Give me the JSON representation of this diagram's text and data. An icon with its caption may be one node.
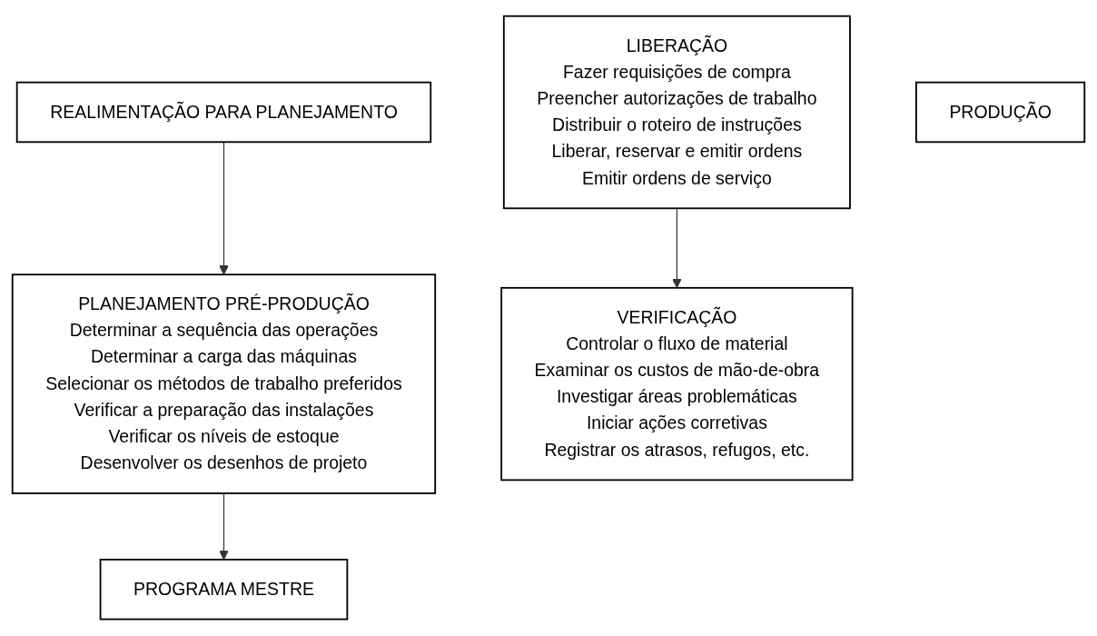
{
  "diagram": {
    "nodes": [
      {
        "text": [
          "PLANEJAMENTO PRÉ-PRODUÇÃO",
          "Determinar a sequência das operações",
          "Determinar a carga das máquinas",
          "Selecionar os métodos de trabalho preferidos",
          "Verificar a preparação das instalações",
          "Verificar os níveis de estoque",
          "Desenvolver os desenhos de projeto"
        ]
      },
      {
        "text": [
          "PROGRAMA MESTRE"
        ]
      },
      {
        "text": [
          "REALIMENTAÇÃO PARA PLANEJAMENTO"
        ]
      },
      {
        "text": [
          "LIBERAÇÃO",
          "Fazer requisições de compra",
          "Preencher autorizações de trabalho",
          "Distribuir o roteiro de instruções",
          "Liberar, reservar e emitir ordens",
          "Emitir ordens de serviço"
        ]
      },
      {
        "text": [
          "VERIFICAÇÃO",
          "Controlar o fluxo de material",
          "Examinar os custos de mão-de-obra",
          "Investigar áreas problemáticas",
          "Iniciar ações corretivas",
          "Registrar os atrasos, refugos, etc."
        ]
      },
      {
        "text": [
          "PRODUÇÃO"
        ]
      }
    ],
    "edges": [
      {
        "from": 0,
        "to": 1,
        "arrow": "to"
      },
      {
        "from": 2,
        "to": 0,
        "arrow": "to"
      },
      {
        "from": 3,
        "to": 4,
        "arrow": "to"
      }
    ]
  }
}
